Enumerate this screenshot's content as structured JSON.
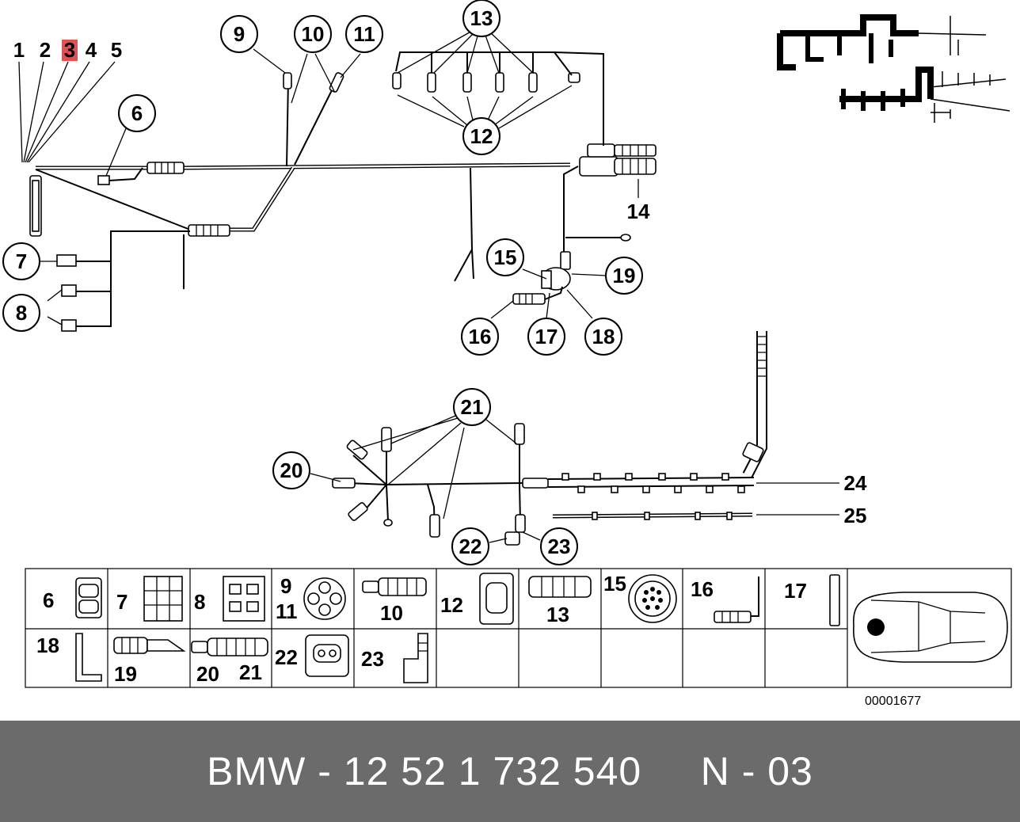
{
  "callouts": {
    "c6": "6",
    "c7": "7",
    "c8": "8",
    "c9": "9",
    "c10": "10",
    "c11": "11",
    "c12": "12",
    "c13": "13",
    "c14": "14",
    "c15": "15",
    "c16": "16",
    "c17": "17",
    "c18": "18",
    "c19": "19",
    "c20": "20",
    "c21": "21",
    "c22": "22",
    "c23": "23",
    "c24": "24",
    "c25": "25"
  },
  "top_numbers": [
    "1",
    "2",
    "3",
    "4",
    "5"
  ],
  "highlighted_number": "3",
  "highlight_color": "#e05252",
  "table": {
    "row1": [
      "6",
      "7",
      "8",
      "9",
      "11",
      "10",
      "12",
      "13",
      "15",
      "16",
      "17"
    ],
    "row2": [
      "18",
      "19",
      "20",
      "21",
      "22",
      "23"
    ]
  },
  "doc_number": "00001677",
  "footer": {
    "brand": "BMW",
    "part_number": "12 52 1 732 540",
    "code": "N - 03"
  },
  "footer_bg": "#6b6b6b"
}
